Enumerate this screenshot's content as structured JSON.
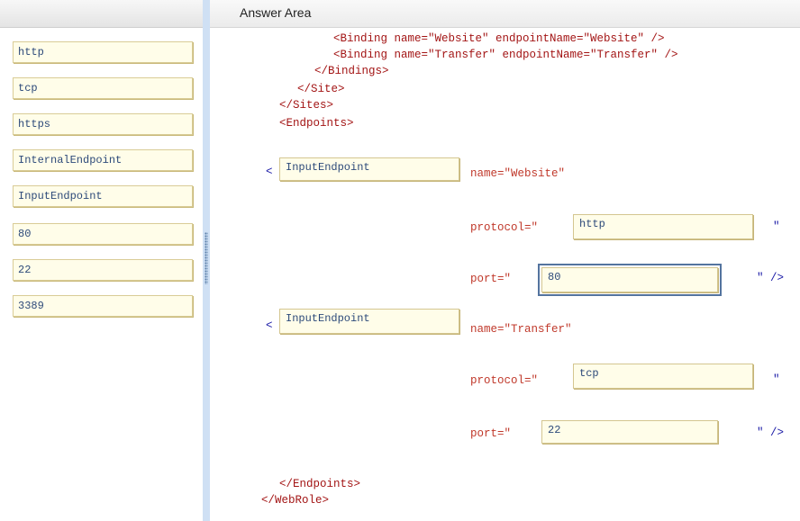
{
  "left_panel": {
    "tiles": [
      "http",
      "tcp",
      "https",
      "InternalEndpoint",
      "InputEndpoint",
      "80",
      "22",
      "3389"
    ]
  },
  "answer_area": {
    "title": "Answer Area",
    "code_top": [
      "<Binding name=\"Website\" endpointName=\"Website\" />",
      "<Binding name=\"Transfer\" endpointName=\"Transfer\" />",
      "</Bindings>",
      "</Site>",
      "</Sites>",
      "<Endpoints>"
    ],
    "endpoints": [
      {
        "open": "<",
        "type_value": "InputEndpoint",
        "name_attr": "name=\"Website\"",
        "protocol_label": "protocol=\"",
        "protocol_value": "http",
        "protocol_close": "\"",
        "port_label": "port=\"",
        "port_value": "80",
        "port_close": "\" />"
      },
      {
        "open": "<",
        "type_value": "InputEndpoint",
        "name_attr": "name=\"Transfer\"",
        "protocol_label": "protocol=\"",
        "protocol_value": "tcp",
        "protocol_close": "\"",
        "port_label": "port=\"",
        "port_value": "22",
        "port_close": "\" />"
      }
    ],
    "code_bottom": [
      "</Endpoints>",
      "</WebRole>"
    ]
  },
  "colors": {
    "tile_bg": "#fffde9",
    "tile_border": "#d9cc96",
    "splitter": "#cfe0f4",
    "tag_text": "#a31515",
    "value_text": "#1a1aa6"
  }
}
